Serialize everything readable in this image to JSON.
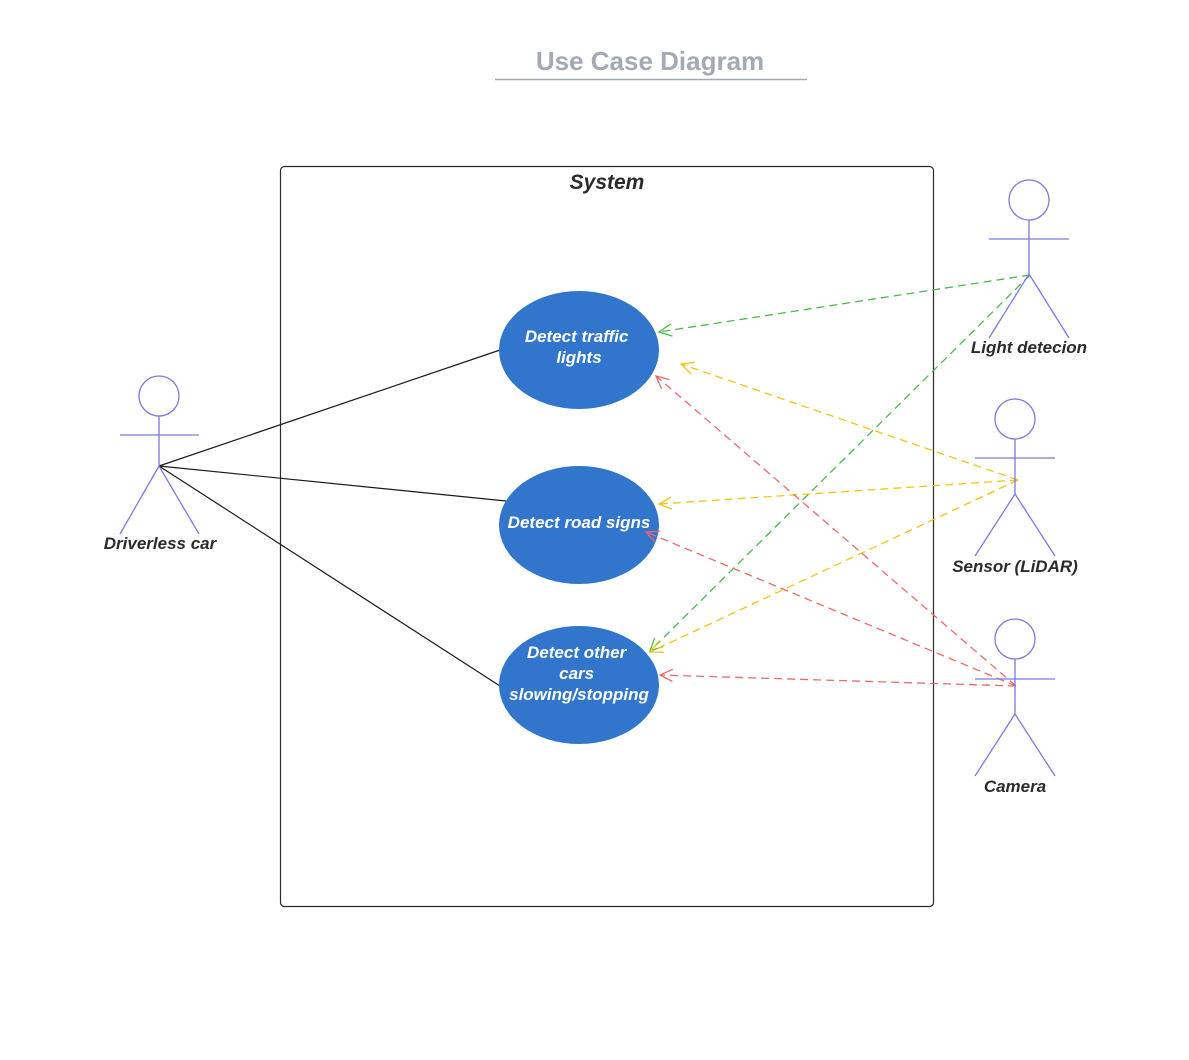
{
  "title": "Use Case Diagram",
  "system": {
    "label": "System"
  },
  "actors": {
    "driverless_car": "Driverless car",
    "light_detection": "Light detecion",
    "sensor": "Sensor (LiDAR)",
    "camera": "Camera"
  },
  "use_cases": {
    "traffic_lights": [
      "Detect traffic",
      "lights"
    ],
    "road_signs": [
      "Detect road signs"
    ],
    "other_cars": [
      "Detect other",
      "cars",
      "slowing/stopping"
    ]
  },
  "colors": {
    "use_case_fill": "#3176cc",
    "actor_stroke": "#7b7bdf",
    "association": "#1a1a1a",
    "light_detection_link": "#4cb84c",
    "sensor_link": "#f2c514",
    "camera_link": "#ec6a6a",
    "title": "#a3a9b5"
  }
}
